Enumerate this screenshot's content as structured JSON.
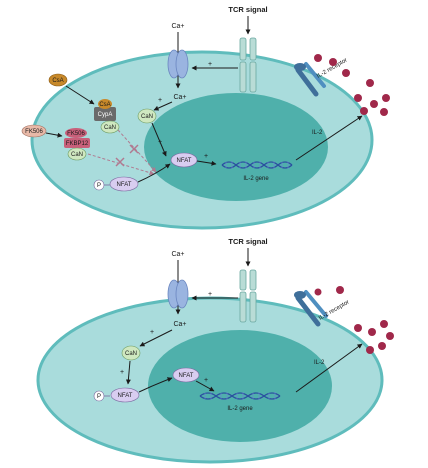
{
  "top_panel": {
    "tcr_signal": "TCR signal",
    "ca_ion_top": "Ca+",
    "ca_ion_inside": "Ca+",
    "plus_channel": "+",
    "plus_ca_to_can": "+",
    "plus_can_to_nfat": "+",
    "plus_nfat_to_gene": "+",
    "csa_free": "CsA",
    "csa_bound": "CsA",
    "cypa": "CypA",
    "can_complex1": "CaN",
    "fk506_free": "FK506",
    "fk506_bound": "FK506",
    "fkbp12": "FKBP12",
    "can_complex2": "CaN",
    "can_free": "CaN",
    "nfat_phospho": "NFAT",
    "phospho": "P",
    "nfat_active": "NFAT",
    "gene": "IL-2 gene",
    "il2": "IL-2",
    "receptor": "IL-2 receptor"
  },
  "bottom_panel": {
    "tcr_signal": "TCR signal",
    "ca_ion_top": "Ca+",
    "ca_ion_inside": "Ca+",
    "plus_channel": "+",
    "plus_ca_to_can": "+",
    "plus_can_to_nfat": "+",
    "plus_nfat_to_gene": "+",
    "can_free": "CaN",
    "nfat_phospho": "NFAT",
    "phospho": "P",
    "nfat_active": "NFAT",
    "gene": "IL-2 gene",
    "il2": "IL-2",
    "receptor": "IL-2 receptor"
  },
  "colors": {
    "cell_fill": "#a9dcdc",
    "cell_border": "#5fbcbc",
    "nucleus": "#4fb0ab",
    "il2_dot": "#a0284a",
    "can": "#cfe8c0",
    "nfat": "#d8cdf0",
    "channel": "#9ab4e0",
    "receptor": "#3f6f9a",
    "csa": "#c8892a",
    "fk506": "#e8b9a8",
    "fkbp12": "#c8607a",
    "dna": "#2b4fa0"
  }
}
